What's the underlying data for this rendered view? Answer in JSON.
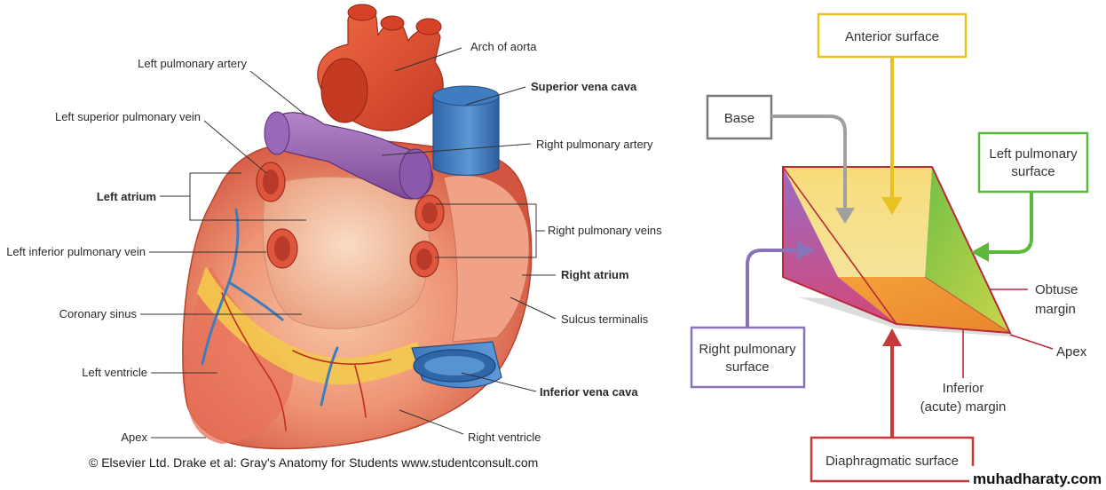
{
  "heart_labels": {
    "arch_of_aorta": "Arch of aorta",
    "left_pulmonary_artery": "Left pulmonary artery",
    "superior_vena_cava": "Superior vena cava",
    "left_superior_pulmonary_vein": "Left superior pulmonary vein",
    "right_pulmonary_artery": "Right pulmonary artery",
    "left_atrium": "Left atrium",
    "right_pulmonary_veins": "Right pulmonary veins",
    "left_inferior_pulmonary_vein": "Left inferior pulmonary vein",
    "right_atrium": "Right atrium",
    "coronary_sinus": "Coronary sinus",
    "sulcus_terminalis": "Sulcus terminalis",
    "left_ventricle": "Left ventricle",
    "inferior_vena_cava": "Inferior vena cava",
    "apex": "Apex",
    "right_ventricle": "Right ventricle"
  },
  "credit": "© Elsevier Ltd. Drake et al: Gray's Anatomy for Students www.studentconsult.com",
  "schematic": {
    "anterior_surface": "Anterior surface",
    "base": "Base",
    "left_pulmonary_surface_1": "Left pulmonary",
    "left_pulmonary_surface_2": "surface",
    "obtuse_margin_1": "Obtuse",
    "obtuse_margin_2": "margin",
    "apex": "Apex",
    "right_pulmonary_surface_1": "Right pulmonary",
    "right_pulmonary_surface_2": "surface",
    "inferior_margin_1": "Inferior",
    "inferior_margin_2": "(acute) margin",
    "diaphragmatic_surface": "Diaphragmatic surface"
  },
  "watermark": "muhadharaty.com",
  "colors": {
    "anterior": "#e8c220",
    "base": "#7a7a7a",
    "left_pulmonary": "#5cb83a",
    "right_pulmonary": "#8a74b8",
    "diaphragmatic": "#c73838",
    "margin_line": "#b8283a",
    "aorta": "#d9402a",
    "svc": "#3d78b8",
    "pulmonary_artery": "#8d5aa8"
  }
}
